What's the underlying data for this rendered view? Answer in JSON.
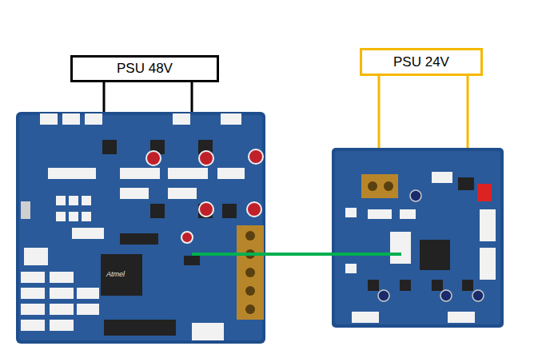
{
  "diagram": {
    "nodes": [
      {
        "text": [
          "PSU 48V"
        ]
      },
      {
        "text": [
          "PSU 24V"
        ]
      }
    ],
    "labels": [
      "Atmel"
    ]
  }
}
